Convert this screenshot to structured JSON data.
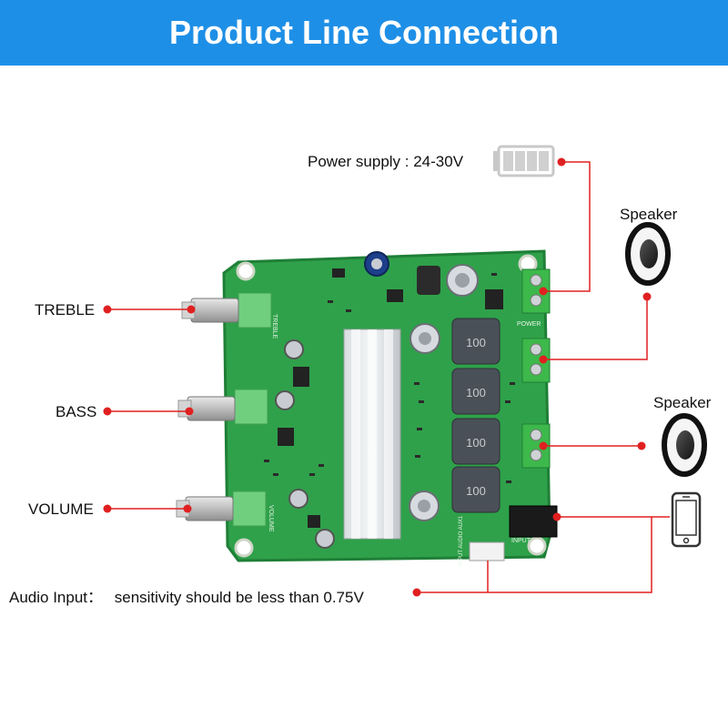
{
  "header": {
    "title": "Product Line Connection"
  },
  "labels": {
    "power_supply": "Power supply : 24-30V",
    "speaker_top": "Speaker",
    "speaker_right": "Speaker",
    "treble": "TREBLE",
    "bass": "BASS",
    "volume": "VOLUME",
    "audio_input_prefix": "Audio Input：",
    "audio_input_text": "sensitivity should be less than 0.75V"
  },
  "board_text": {
    "inductor_1": "100",
    "inductor_2": "100",
    "inductor_3": "100",
    "inductor_4": "100",
    "treble_silk": "TREBLE",
    "volume_silk": "VOLUME",
    "power_silk": "POWER",
    "input_silk": "INPUT",
    "aux_silk": "INPUT AUDIO AUX1"
  },
  "colors": {
    "banner": "#1e8fe6",
    "pcb": "#2fa14a",
    "pcb_edge": "#1f7f37",
    "connector": "#3db84a",
    "leader_line": "#e02020",
    "leader_dot": "#e02020"
  },
  "icons": {
    "battery": "battery-icon",
    "speaker": "speaker-icon",
    "phone": "smartphone-icon"
  }
}
